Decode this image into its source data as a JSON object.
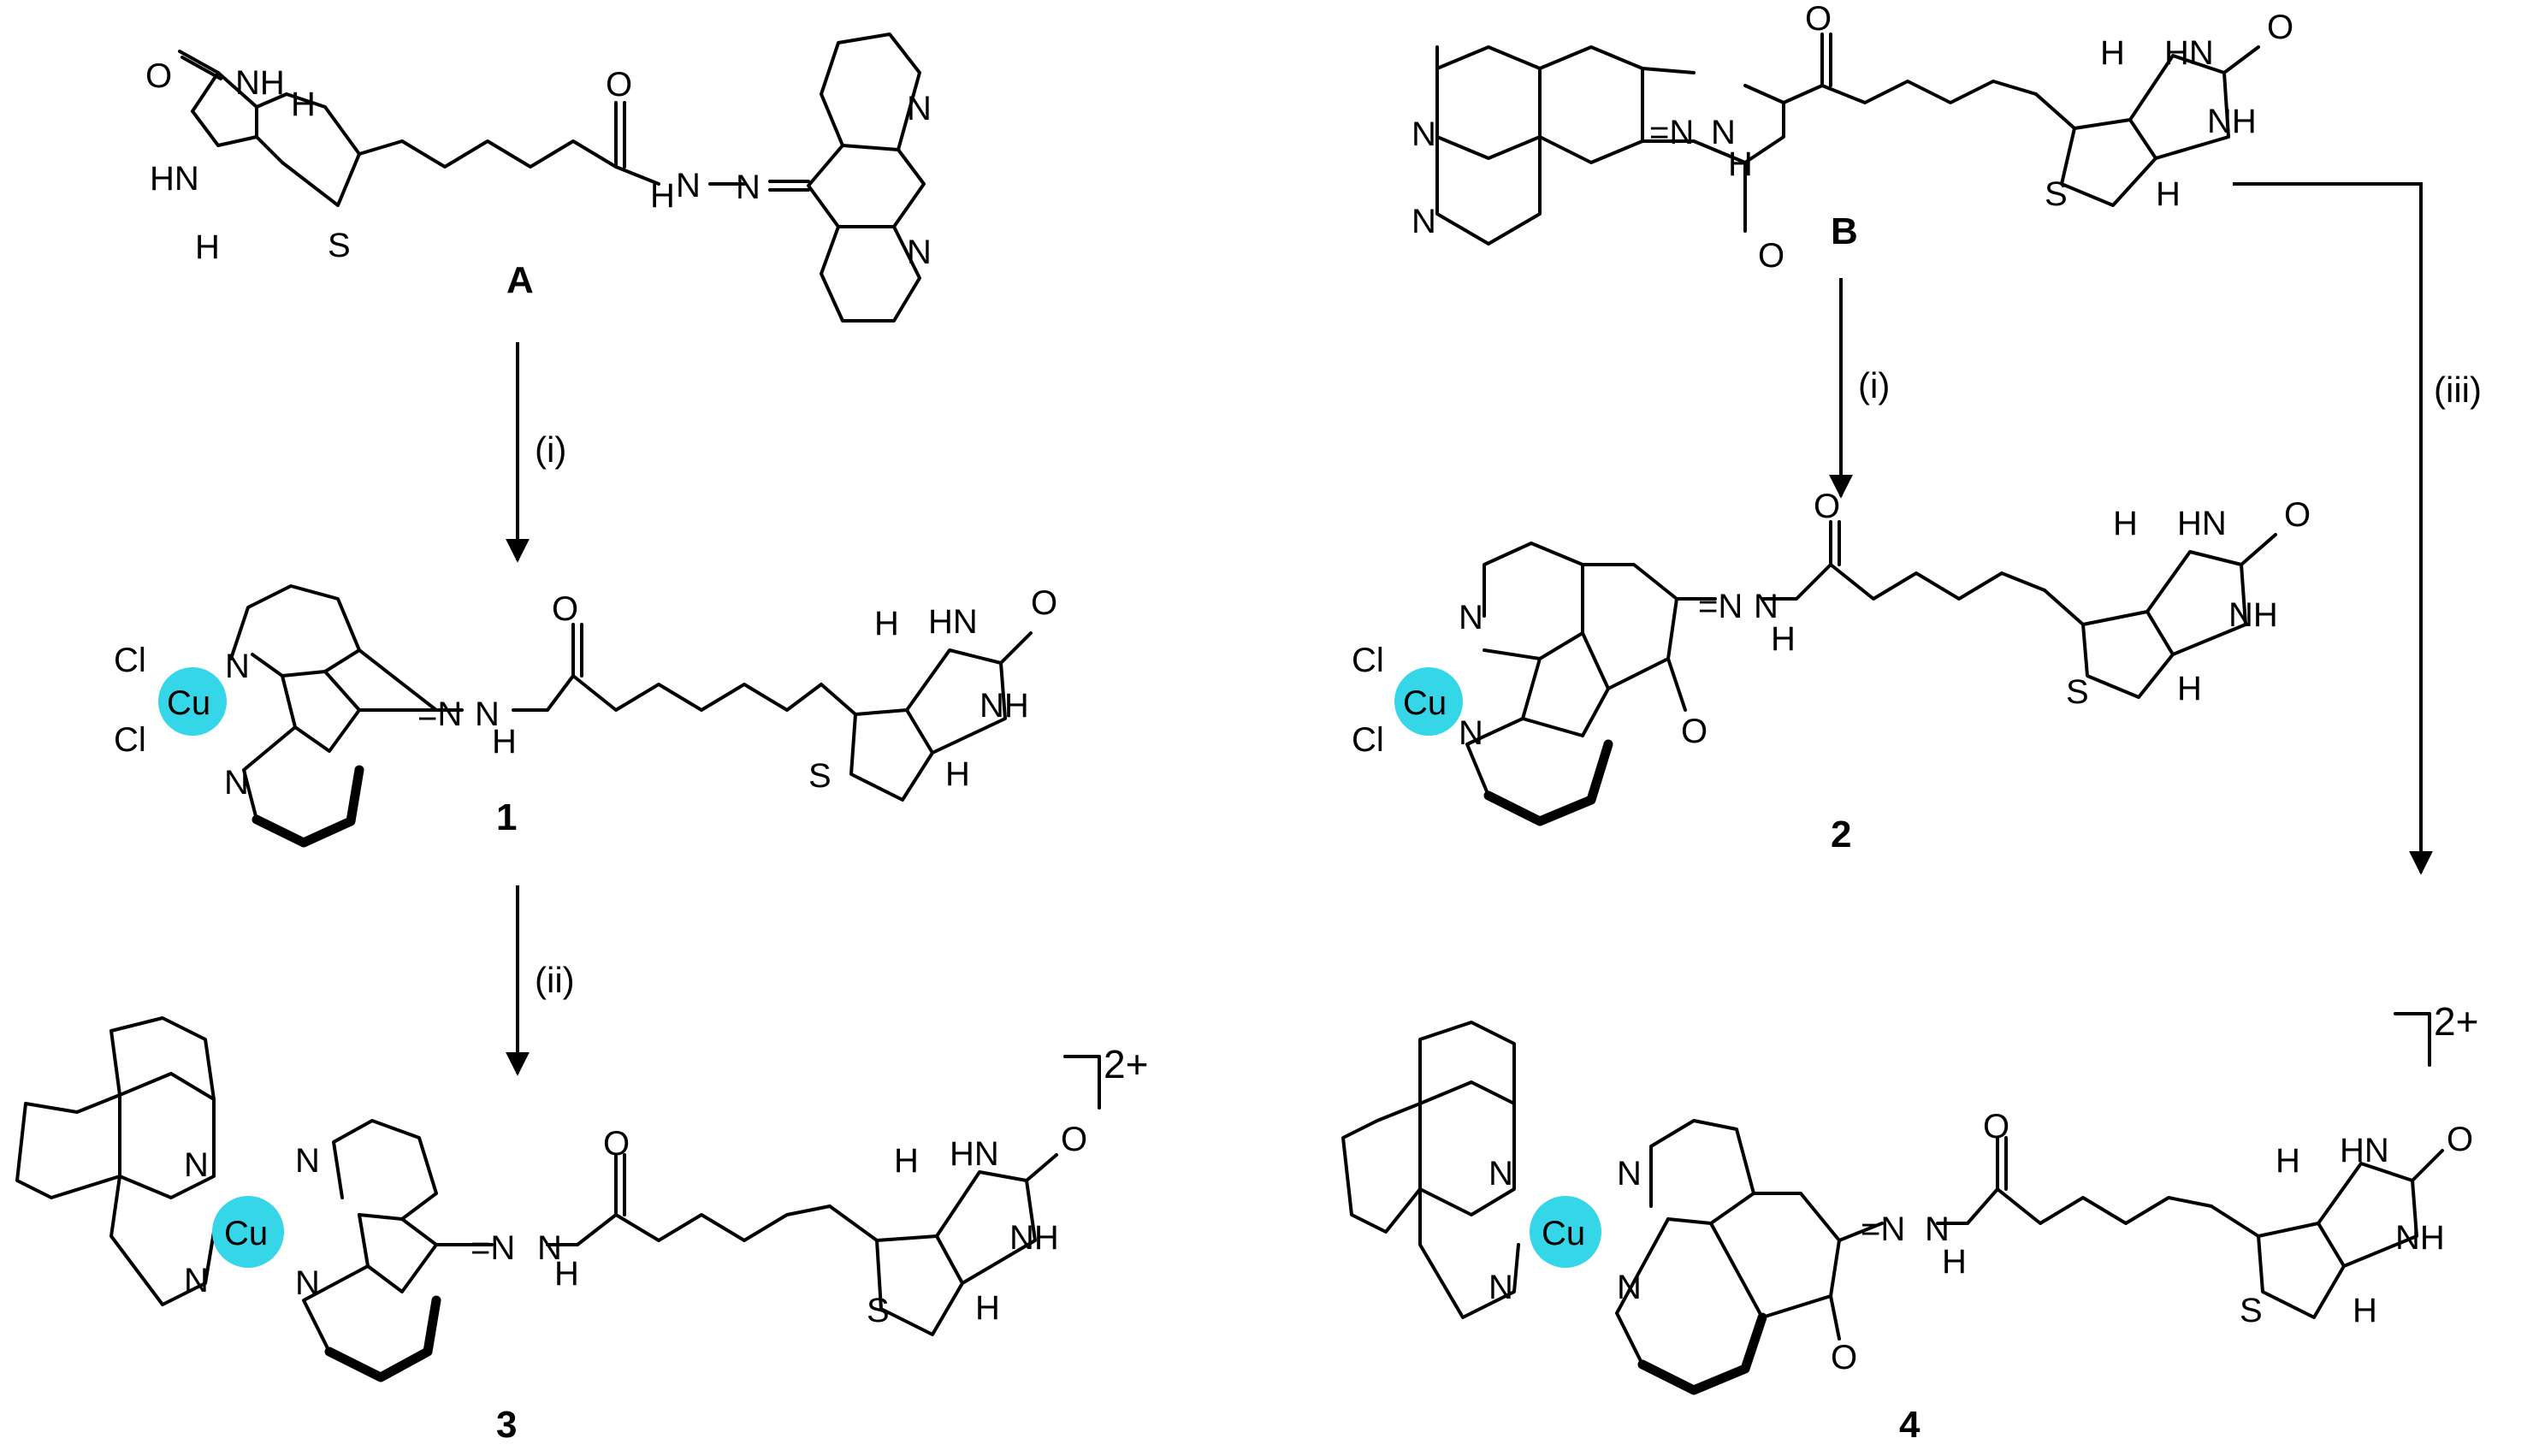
{
  "compounds": [
    {
      "id": "A",
      "label": "A"
    },
    {
      "id": "B",
      "label": "B"
    },
    {
      "id": "c1",
      "label": "1"
    },
    {
      "id": "c2",
      "label": "2"
    },
    {
      "id": "c3",
      "label": "3"
    },
    {
      "id": "c4",
      "label": "4"
    }
  ],
  "conditions": {
    "i": "(i)",
    "ii": "(ii)",
    "iii": "(iii)"
  },
  "charge": "2+",
  "atoms": {
    "O": "O",
    "N": "N",
    "NH": "NH",
    "HN": "HN",
    "H": "H",
    "S": "S",
    "Cl": "Cl",
    "Cu": "Cu",
    "eqN": "=N",
    "Neq": "N="
  },
  "colors": {
    "copper": "#34d6e8",
    "bonds": "#000000"
  }
}
